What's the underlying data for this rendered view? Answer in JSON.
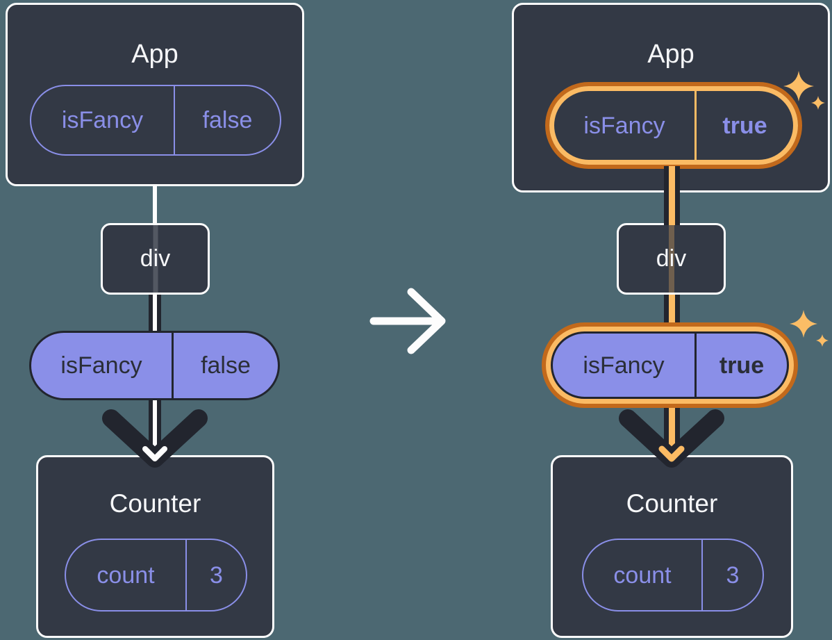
{
  "colors": {
    "background": "#4C6872",
    "card_fill": "#333945",
    "card_border": "#FDFDFD",
    "purple": "#8A8FE8",
    "dark_ink": "#22252E",
    "highlight_outline_orange": "#C2691B",
    "highlight_orange": "#FBBB64",
    "title_text": "#F6F7F9"
  },
  "before": {
    "app": {
      "title": "App",
      "prop": {
        "name": "isFancy",
        "value": "false"
      }
    },
    "middle_node": {
      "label": "div"
    },
    "passed_prop": {
      "name": "isFancy",
      "value": "false"
    },
    "counter": {
      "title": "Counter",
      "state": {
        "name": "count",
        "value": "3"
      }
    }
  },
  "after": {
    "app": {
      "title": "App",
      "prop": {
        "name": "isFancy",
        "value": "true"
      }
    },
    "middle_node": {
      "label": "div"
    },
    "passed_prop": {
      "name": "isFancy",
      "value": "true"
    },
    "counter": {
      "title": "Counter",
      "state": {
        "name": "count",
        "value": "3"
      }
    }
  }
}
